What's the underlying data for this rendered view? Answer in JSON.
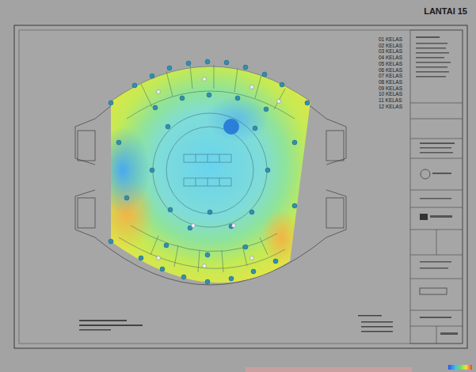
{
  "diagram": {
    "title": "LANTAI 15",
    "labels": [
      "01 KELAS",
      "02 KELAS",
      "03 KELAS",
      "04 KELAS",
      "05 KELAS",
      "06 KELAS",
      "07 KELAS",
      "08 KELAS",
      "09 KELAS",
      "10 KELAS",
      "11 KELAS",
      "12 KELAS"
    ]
  }
}
